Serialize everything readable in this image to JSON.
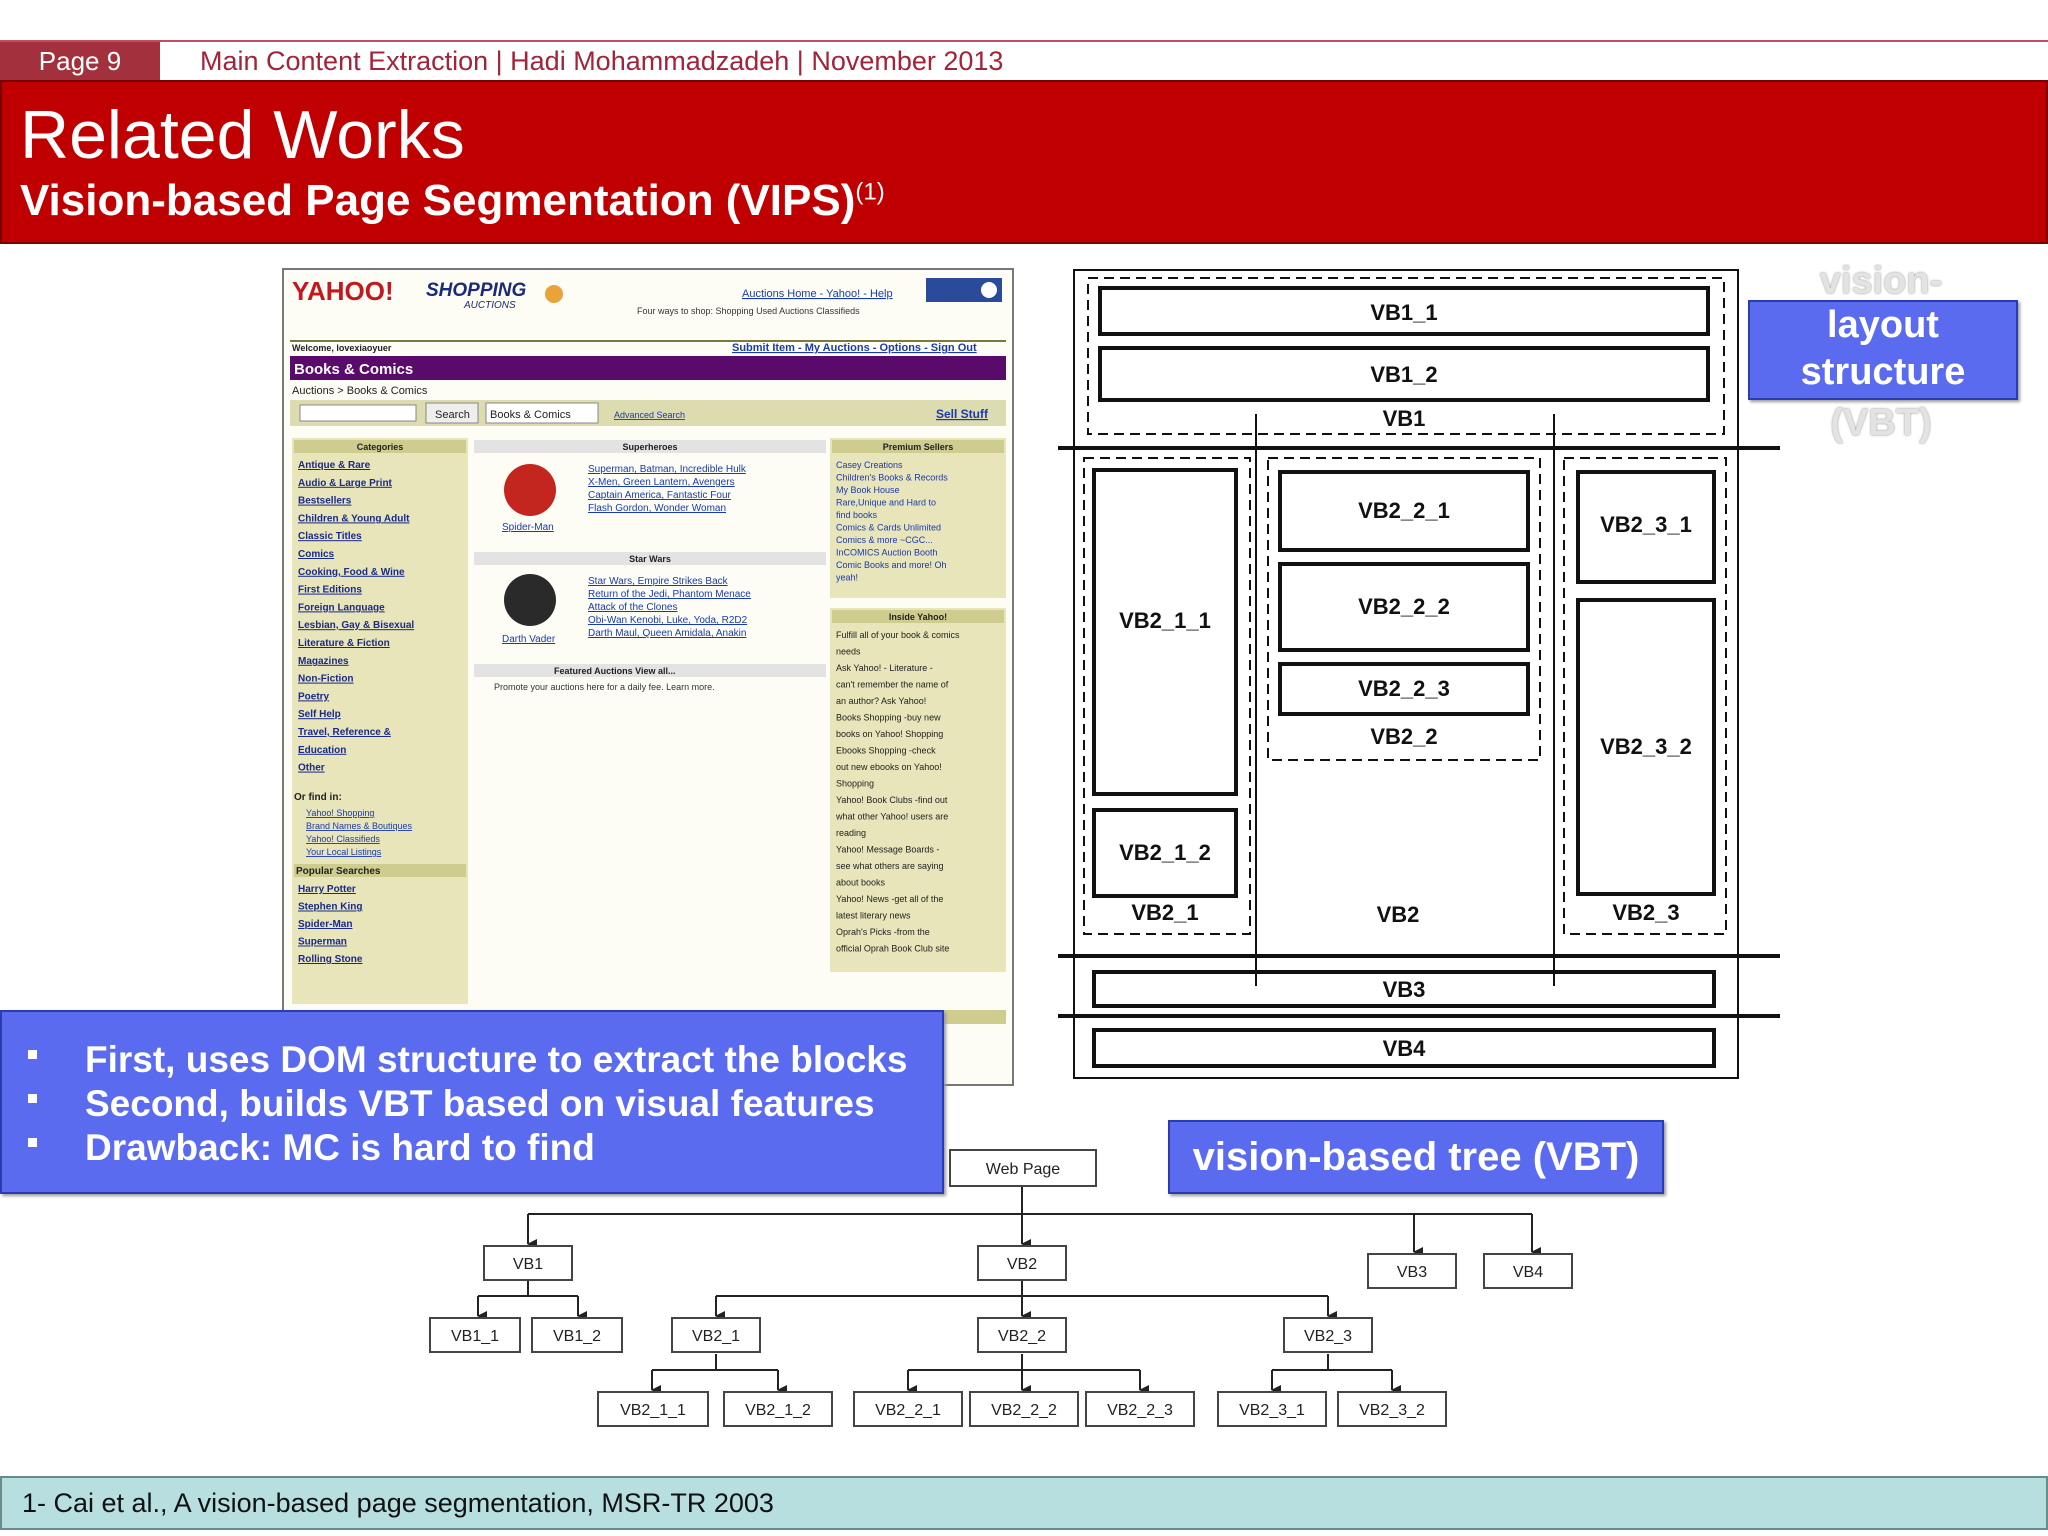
{
  "header": {
    "page_label": "Page 9",
    "info": "Main Content Extraction | Hadi Mohammadzadeh | November  2013"
  },
  "slide": {
    "title": "Related Works",
    "subtitle": "Vision-based Page Segmentation (VIPS)",
    "subtitle_ref": "(1)"
  },
  "layout_structure_label": {
    "ghost_top": "vision-",
    "text_line1": "layout",
    "text_line2": "structure",
    "ghost_bottom": "(VBT)"
  },
  "bullets": [
    "First, uses DOM structure to extract the blocks",
    "Second, builds VBT based on visual features",
    "Drawback: MC is hard to find"
  ],
  "tree_label": "vision-based tree (VBT)",
  "footer": "1- Cai et al., A vision-based page segmentation, MSR-TR 2003",
  "layout_blocks": {
    "vb1_1": "VB1_1",
    "vb1_2": "VB1_2",
    "vb1": "VB1",
    "vb2_1_1": "VB2_1_1",
    "vb2_1_2": "VB2_1_2",
    "vb2_1": "VB2_1",
    "vb2_2_1": "VB2_2_1",
    "vb2_2_2": "VB2_2_2",
    "vb2_2_3": "VB2_2_3",
    "vb2_2": "VB2_2",
    "vb2_3_1": "VB2_3_1",
    "vb2_3_2": "VB2_3_2",
    "vb2_3": "VB2_3",
    "vb2": "VB2",
    "vb3": "VB3",
    "vb4": "VB4"
  },
  "tree_nodes": {
    "root": "Web Page",
    "vb1": "VB1",
    "vb2": "VB2",
    "vb3": "VB3",
    "vb4": "VB4",
    "vb1_1": "VB1_1",
    "vb1_2": "VB1_2",
    "vb2_1": "VB2_1",
    "vb2_2": "VB2_2",
    "vb2_3": "VB2_3",
    "vb2_1_1": "VB2_1_1",
    "vb2_1_2": "VB2_1_2",
    "vb2_2_1": "VB2_2_1",
    "vb2_2_2": "VB2_2_2",
    "vb2_2_3": "VB2_2_3",
    "vb2_3_1": "VB2_3_1",
    "vb2_3_2": "VB2_3_2"
  },
  "screenshot": {
    "logo": "YAHOO!",
    "logo_shopping": "SHOPPING",
    "logo_auctions": "AUCTIONS",
    "top_links": "Auctions Home - Yahoo! - Help",
    "ways_to_shop": "Four ways to shop: Shopping  Used  Auctions  Classifieds",
    "welcome": "Welcome, lovexiaoyuer",
    "account_links": "Submit Item - My Auctions - Options - Sign Out",
    "section_title": "Books & Comics",
    "breadcrumb": "Auctions > Books & Comics",
    "search_button": "Search",
    "search_select": "Books & Comics",
    "advanced_search": "Advanced Search",
    "sell_stuff": "Sell Stuff",
    "categories_header": "Categories",
    "categories": [
      "Antique & Rare",
      "Audio & Large Print",
      "Bestsellers",
      "Children & Young Adult",
      "Classic Titles",
      "Comics",
      "Cooking, Food & Wine",
      "First Editions",
      "Foreign Language",
      "Lesbian, Gay & Bisexual",
      "Literature & Fiction",
      "Magazines",
      "Non-Fiction",
      "Poetry",
      "Self Help",
      "Travel, Reference &",
      "Education",
      "Other"
    ],
    "or_find_in": "Or find in:",
    "find_in": [
      "Yahoo! Shopping",
      "Brand Names & Boutiques",
      "Yahoo! Classifieds",
      "Your Local Listings"
    ],
    "popular_header": "Popular Searches",
    "popular": [
      "Harry Potter",
      "Stephen King",
      "Spider-Man",
      "Superman",
      "Rolling Stone"
    ],
    "superheroes_header": "Superheroes",
    "superheroes": [
      "Superman, Batman, Incredible Hulk",
      "X-Men, Green Lantern, Avengers",
      "Captain America, Fantastic Four",
      "Flash Gordon, Wonder Woman"
    ],
    "spiderman_caption": "Spider-Man",
    "starwars_header": "Star Wars",
    "starwars": [
      "Star Wars, Empire Strikes Back",
      "Return of the Jedi, Phantom Menace",
      "Attack of the Clones",
      "Obi-Wan Kenobi, Luke, Yoda, R2D2",
      "Darth Maul, Queen Amidala, Anakin"
    ],
    "vader_caption": "Darth Vader",
    "featured": "Featured Auctions   View all...",
    "promote": "Promote your auctions here for a daily fee. Learn more.",
    "premium_header": "Premium Sellers",
    "premium": [
      "Casey Creations",
      "Children's Books & Records",
      "My Book House",
      "Rare,Unique and Hard to",
      "find books",
      "Comics & Cards Unlimited",
      "Comics & more ~CGC...",
      "InCOMICS Auction Booth",
      "Comic Books and more! Oh",
      "yeah!"
    ],
    "inside_header": "Inside Yahoo!",
    "inside": [
      "Fulfill all of your book & comics",
      "needs",
      "Ask Yahoo! - Literature -",
      "can't remember the name of",
      "an author? Ask Yahoo!",
      "Books Shopping -buy new",
      "books on Yahoo! Shopping",
      "Ebooks Shopping -check",
      "out new ebooks on Yahoo!",
      "Shopping",
      "Yahoo! Book Clubs -find out",
      "what other Yahoo! users are",
      "reading",
      "Yahoo! Message Boards -",
      "see what others are saying",
      "about books",
      "Yahoo! News -get all of the",
      "latest literary news",
      "Oprah's Picks -from the",
      "official Oprah Book Club site"
    ]
  }
}
